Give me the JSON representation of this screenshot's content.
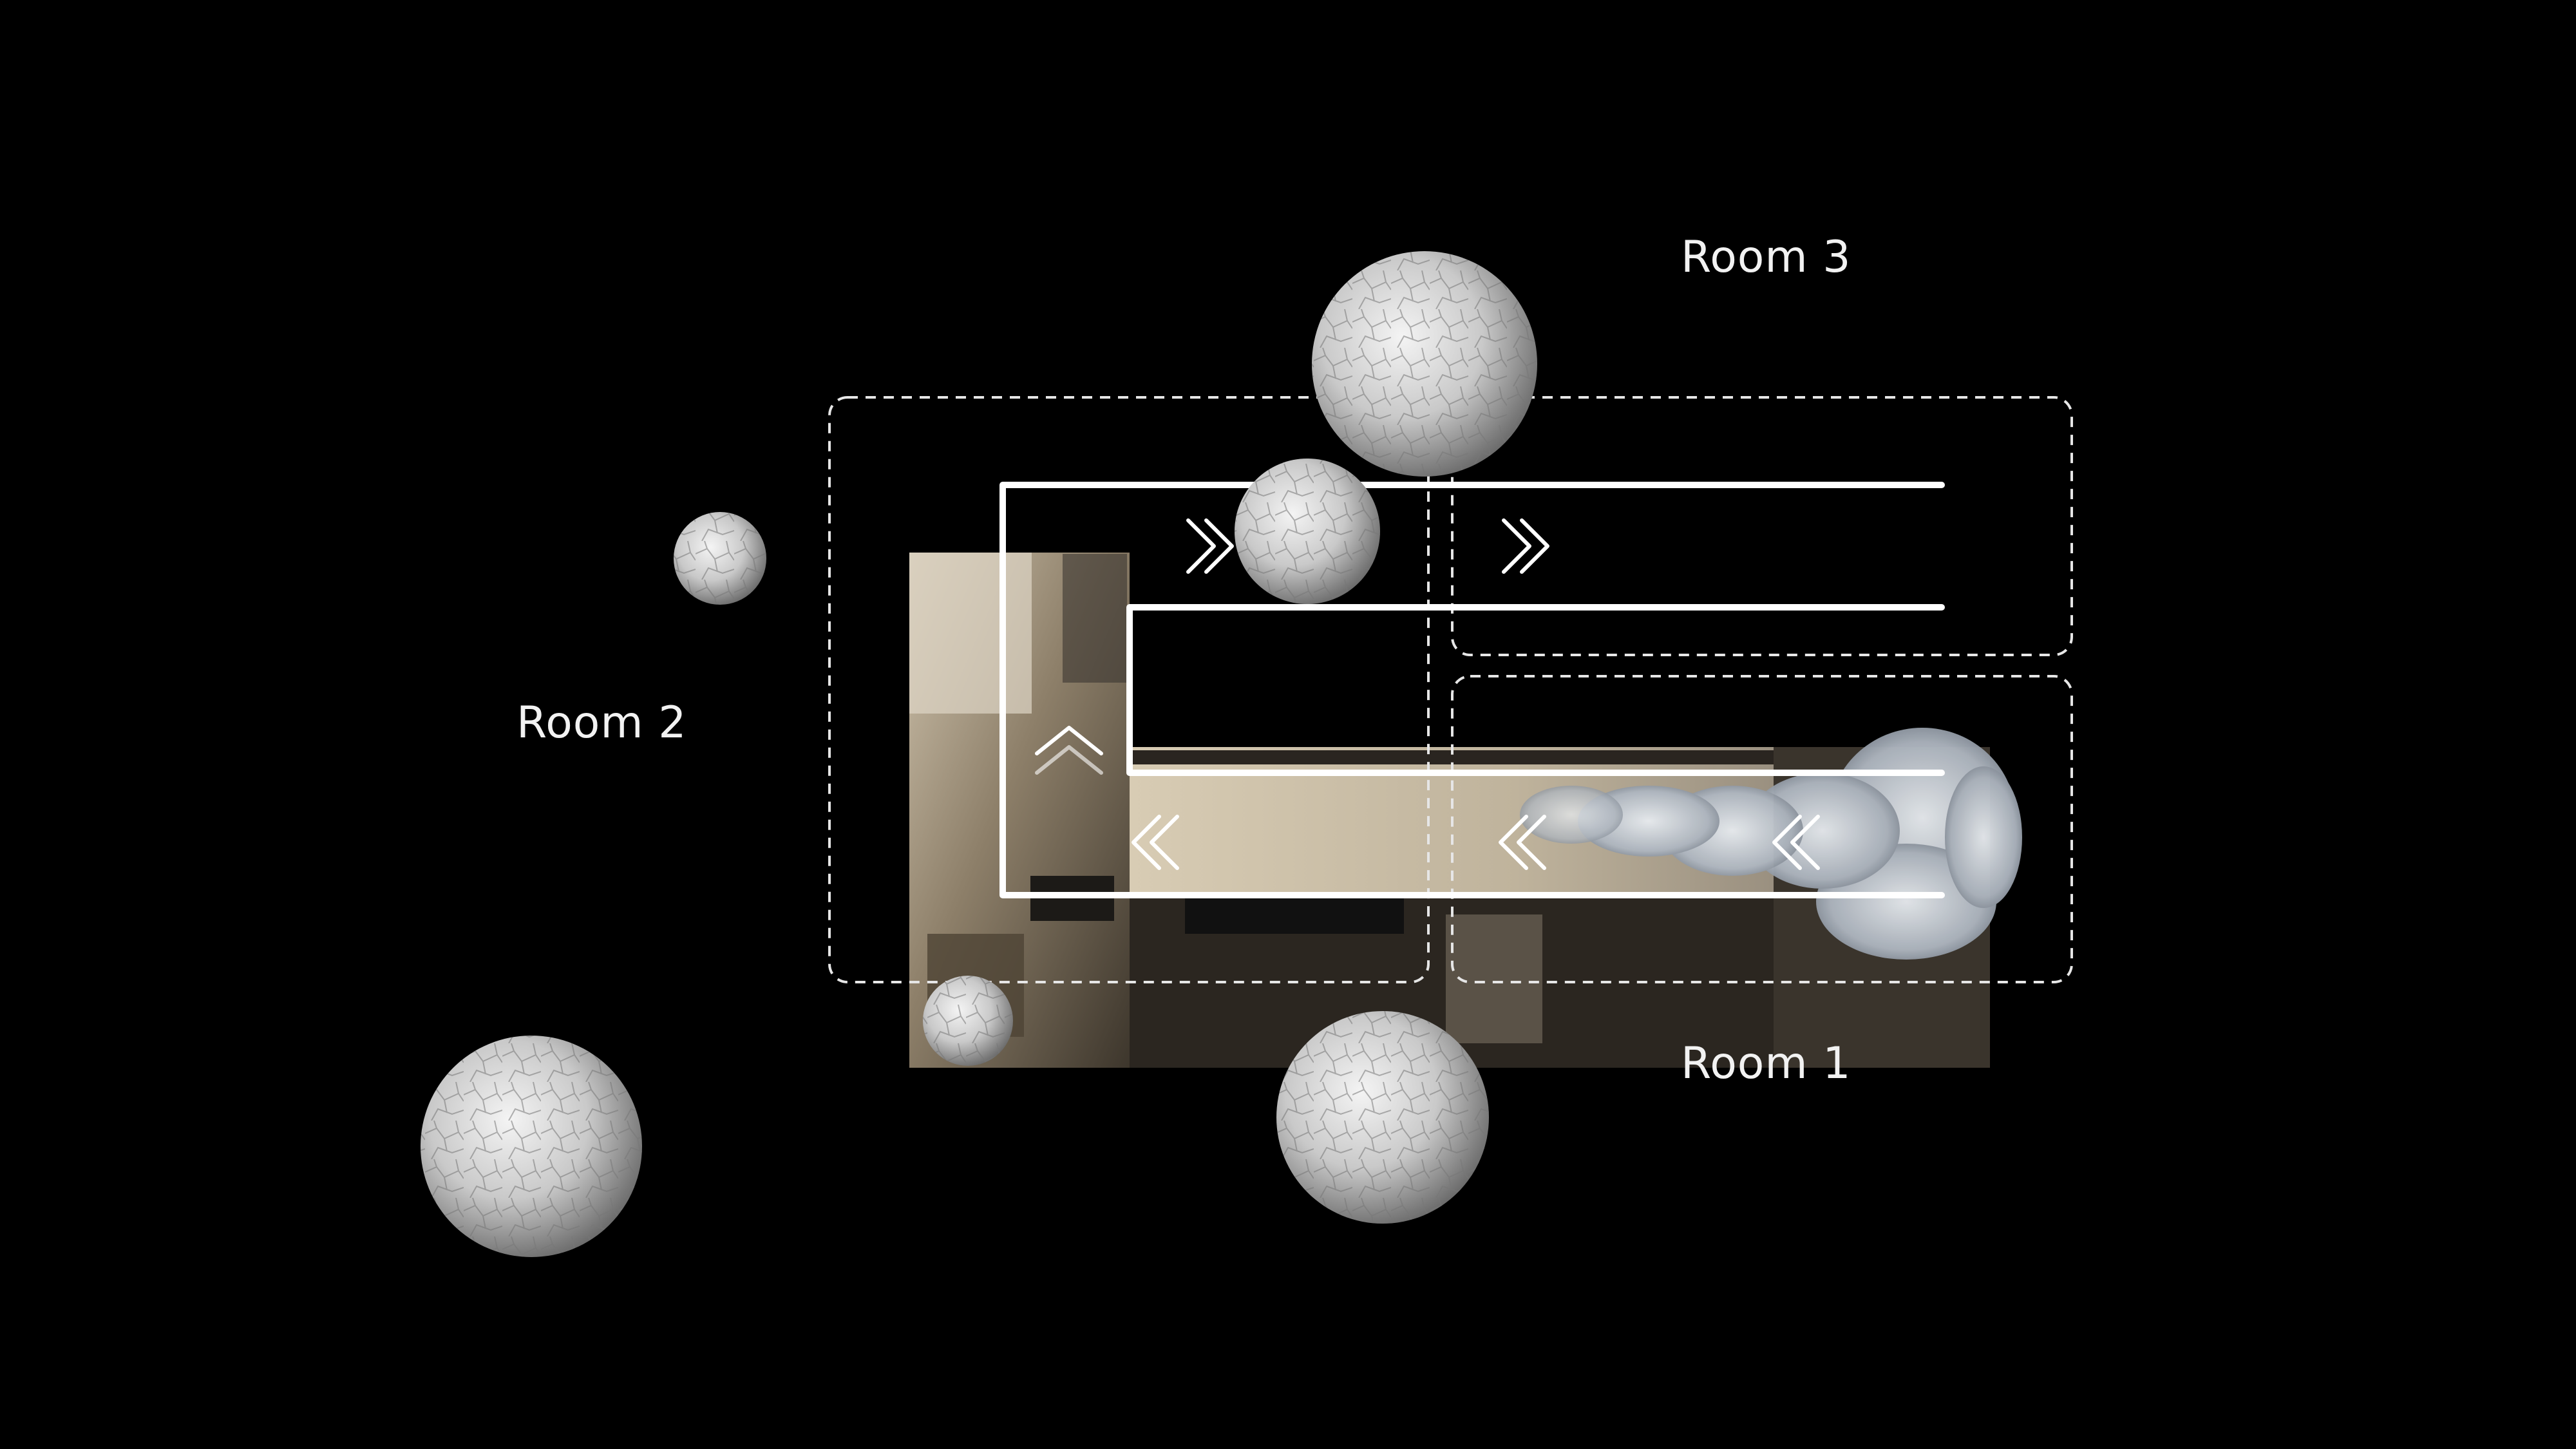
{
  "diagram": {
    "rooms": [
      {
        "id": "room-1",
        "label": "Room 1"
      },
      {
        "id": "room-2",
        "label": "Room 2"
      },
      {
        "id": "room-3",
        "label": "Room 3"
      }
    ]
  },
  "colors": {
    "background": "#000000",
    "line": "#ffffff",
    "dashed_outline": "#e6e6e6",
    "floor_photo": "#a89a84",
    "smoke_cloud": "#cfd3d8"
  },
  "icons": [
    "double-chevron-right-icon",
    "double-chevron-left-icon",
    "chevron-up-icon",
    "cloud-sphere-icon"
  ]
}
